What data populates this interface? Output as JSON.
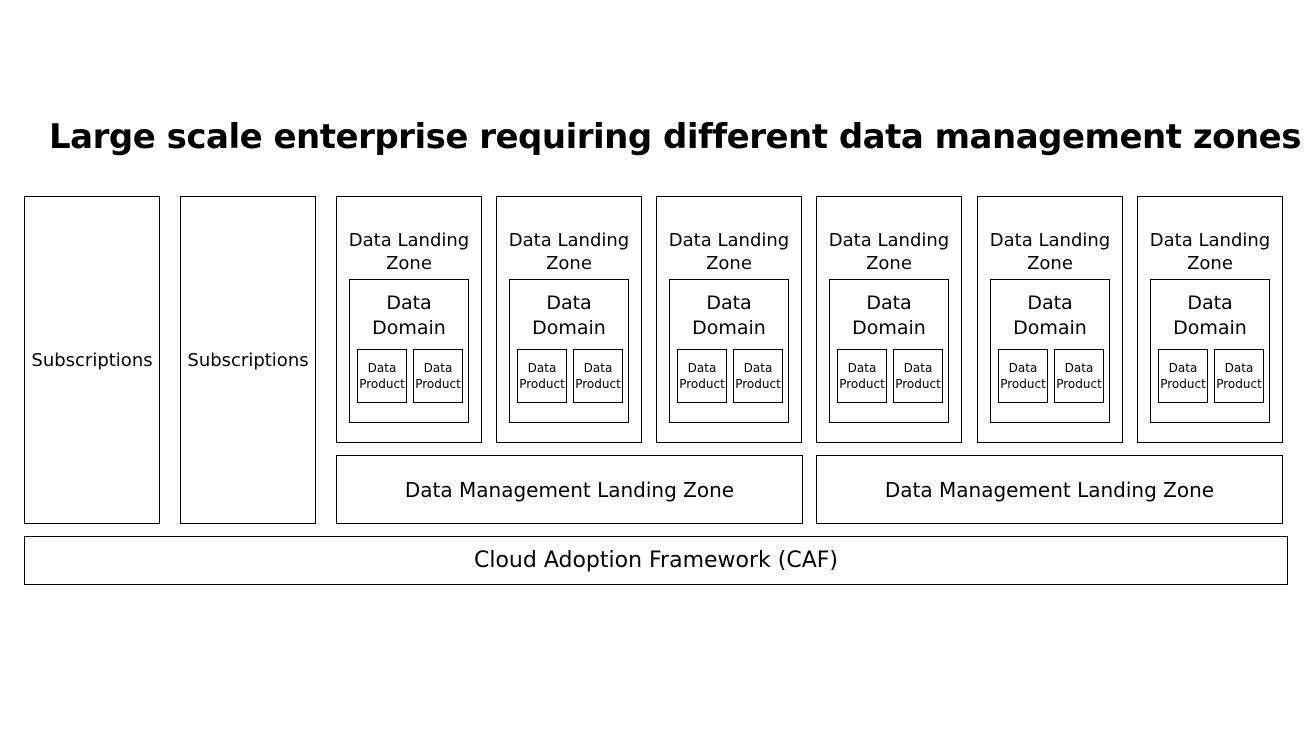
{
  "title": "Large scale enterprise requiring different data management zones",
  "subscriptions": [
    "Subscriptions",
    "Subscriptions"
  ],
  "data_landing_zones": [
    {
      "label_line1": "Data Landing",
      "label_line2": "Zone",
      "domain_line1": "Data",
      "domain_line2": "Domain",
      "products": [
        {
          "line1": "Data",
          "line2": "Product"
        },
        {
          "line1": "Data",
          "line2": "Product"
        }
      ]
    },
    {
      "label_line1": "Data Landing",
      "label_line2": "Zone",
      "domain_line1": "Data",
      "domain_line2": "Domain",
      "products": [
        {
          "line1": "Data",
          "line2": "Product"
        },
        {
          "line1": "Data",
          "line2": "Product"
        }
      ]
    },
    {
      "label_line1": "Data Landing",
      "label_line2": "Zone",
      "domain_line1": "Data",
      "domain_line2": "Domain",
      "products": [
        {
          "line1": "Data",
          "line2": "Product"
        },
        {
          "line1": "Data",
          "line2": "Product"
        }
      ]
    },
    {
      "label_line1": "Data Landing",
      "label_line2": "Zone",
      "domain_line1": "Data",
      "domain_line2": "Domain",
      "products": [
        {
          "line1": "Data",
          "line2": "Product"
        },
        {
          "line1": "Data",
          "line2": "Product"
        }
      ]
    },
    {
      "label_line1": "Data Landing",
      "label_line2": "Zone",
      "domain_line1": "Data",
      "domain_line2": "Domain",
      "products": [
        {
          "line1": "Data",
          "line2": "Product"
        },
        {
          "line1": "Data",
          "line2": "Product"
        }
      ]
    },
    {
      "label_line1": "Data Landing",
      "label_line2": "Zone",
      "domain_line1": "Data",
      "domain_line2": "Domain",
      "products": [
        {
          "line1": "Data",
          "line2": "Product"
        },
        {
          "line1": "Data",
          "line2": "Product"
        }
      ]
    }
  ],
  "data_management_landing_zones": [
    "Data Management Landing Zone",
    "Data Management Landing Zone"
  ],
  "foundation": "Cloud Adoption Framework (CAF)"
}
